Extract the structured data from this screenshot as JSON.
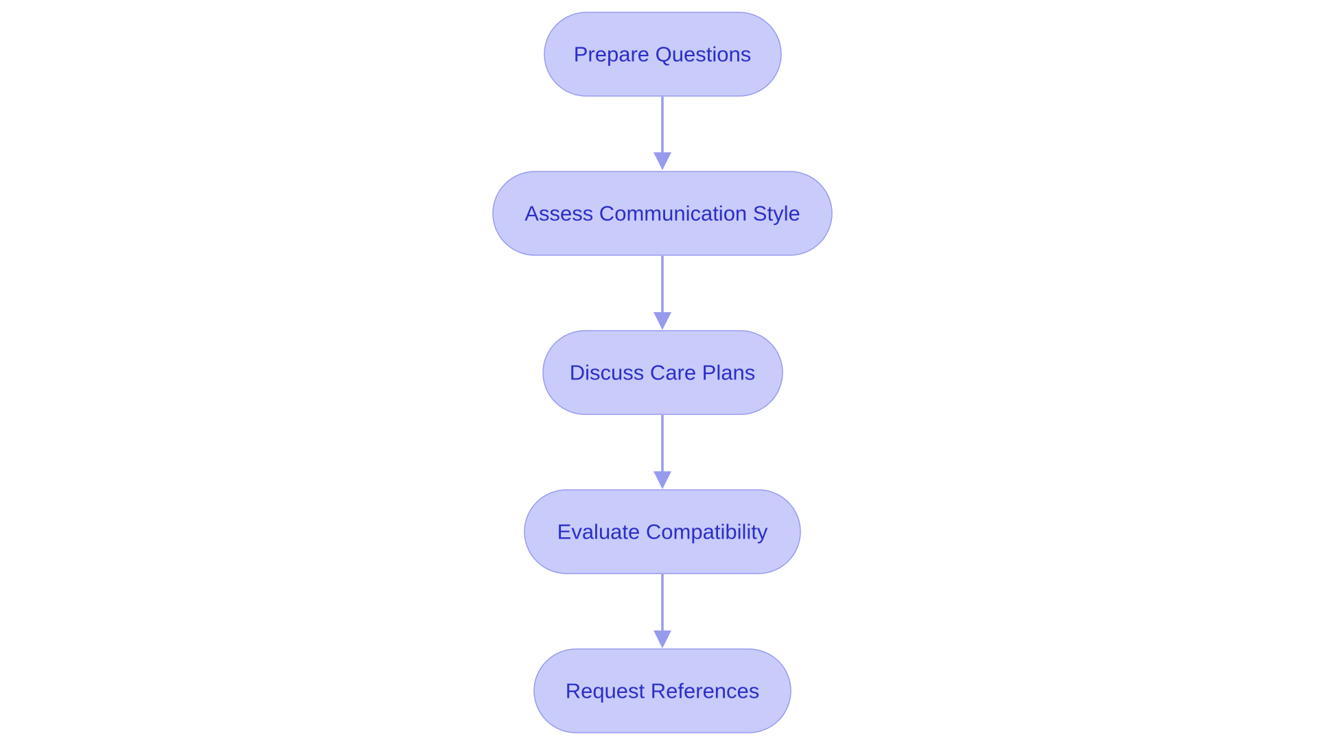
{
  "diagram": {
    "type": "flowchart",
    "direction": "top-to-bottom",
    "colors": {
      "node_fill": "#c9cbfb",
      "node_border": "#979bee",
      "node_text": "#2b2fc7",
      "edge": "#979bee"
    },
    "nodes": [
      {
        "id": "prepare",
        "label": "Prepare Questions"
      },
      {
        "id": "assess",
        "label": "Assess Communication Style"
      },
      {
        "id": "discuss",
        "label": "Discuss Care Plans"
      },
      {
        "id": "evaluate",
        "label": "Evaluate Compatibility"
      },
      {
        "id": "request",
        "label": "Request References"
      }
    ],
    "edges": [
      {
        "from": "prepare",
        "to": "assess"
      },
      {
        "from": "assess",
        "to": "discuss"
      },
      {
        "from": "discuss",
        "to": "evaluate"
      },
      {
        "from": "evaluate",
        "to": "request"
      }
    ]
  }
}
